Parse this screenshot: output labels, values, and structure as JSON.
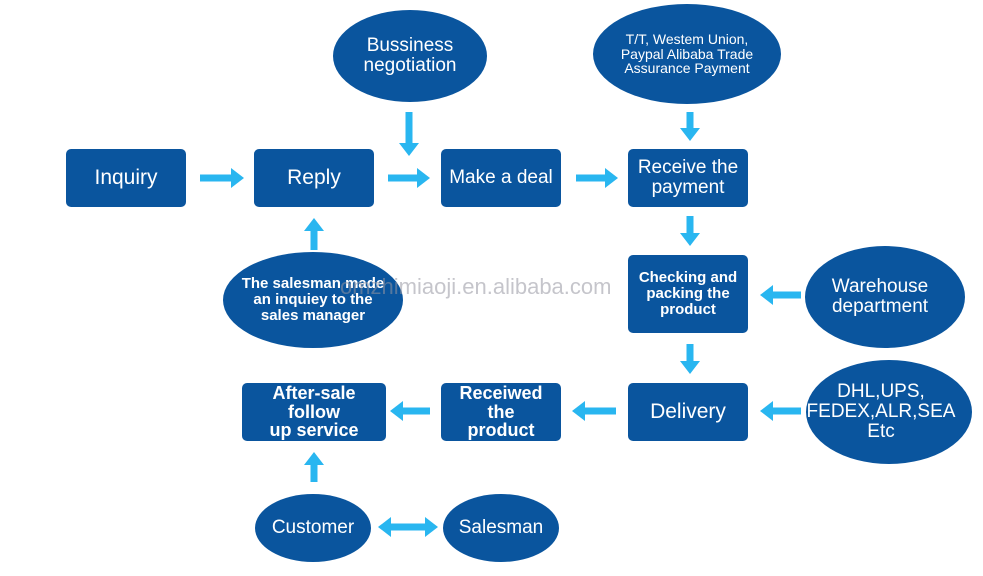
{
  "nodes": {
    "bussiness_negotiation": "Bussiness\nnegotiation",
    "payment_methods": "T/T, Westem Union,\nPaypal  Alibaba Trade\nAssurance Payment",
    "inquiry": "Inquiry",
    "reply": "Reply",
    "make_a_deal": "Make a deal",
    "receive_payment": "Receive  the\npayment",
    "salesman_inquiry": "The salesman made\nan inquiey to the\nsales manager",
    "checking_packing": "Checking  and\npacking the\nproduct",
    "warehouse": "Warehouse\ndepartment",
    "after_sale": "After-sale follow\nup service",
    "received_product": "Receiwed the\nproduct",
    "delivery": "Delivery",
    "carriers": "DHL,UPS,\nFEDEX,ALR,SEA\nEtc",
    "customer": "Customer",
    "salesman": "Salesman"
  },
  "watermark": "omzhimiaoji.en.alibaba.com",
  "colors": {
    "node_fill": "#0a559e",
    "node_text": "#ffffff",
    "arrow": "#29b6f0"
  }
}
